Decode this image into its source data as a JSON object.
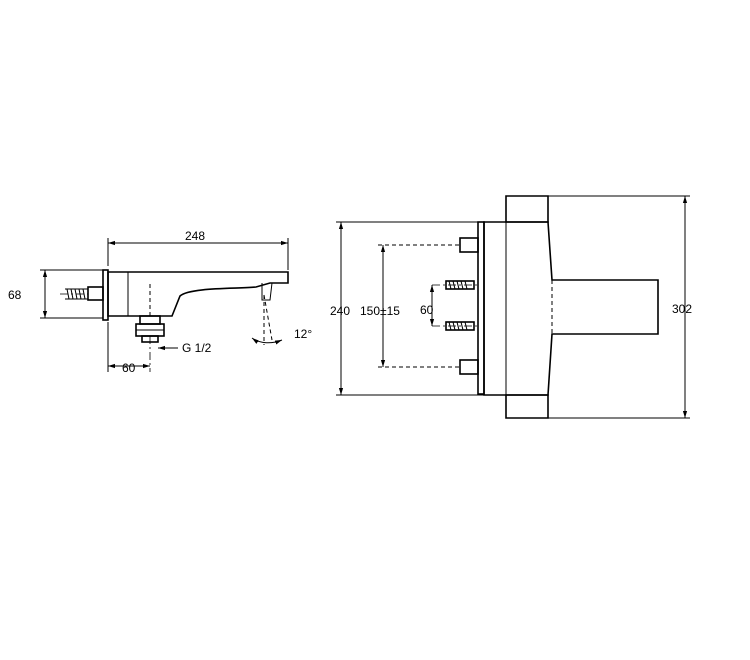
{
  "side_view": {
    "dims": {
      "width": "248",
      "height": "68",
      "offset": "60",
      "thread": "G 1/2",
      "angle": "12°"
    }
  },
  "front_view": {
    "dims": {
      "outer_height": "240",
      "spacing": "150±15",
      "inner": "60",
      "total_height": "302"
    }
  }
}
